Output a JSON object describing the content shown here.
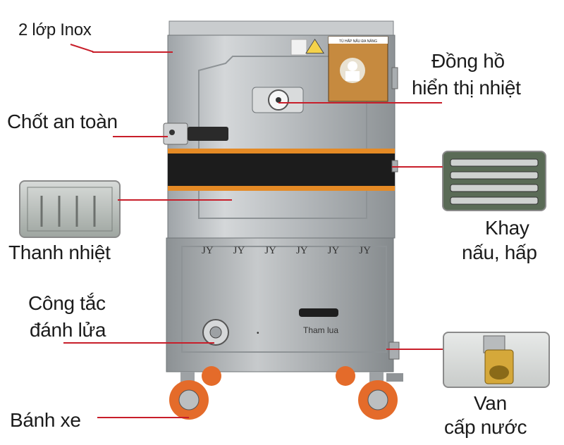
{
  "labels": {
    "two_layer_inox": "2 lớp Inox",
    "thermometer": [
      "Đồng hồ",
      "hiển thị nhiệt"
    ],
    "safety_latch": "Chốt an toàn",
    "tray": [
      "Khay",
      "nấu, hấp"
    ],
    "heating_element": "Thanh nhiệt",
    "ignition_switch": [
      "Công tắc",
      "đánh lửa"
    ],
    "water_valve": [
      "Van",
      "cấp nước"
    ],
    "wheels": "Bánh xe"
  },
  "product": {
    "sticker_title": "TỦ HẤP NẤU ĐA NĂNG",
    "burner_marks": [
      "JY",
      "JY",
      "JY",
      "JY",
      "JY",
      "JY"
    ],
    "lower_panel_text": "Tham lua"
  },
  "colors": {
    "line": "#c81e2a",
    "steel": "#b9bdc0",
    "band_black": "#1c1c1c",
    "band_orange": "#e58a25",
    "wheel_orange": "#e46b2a"
  }
}
